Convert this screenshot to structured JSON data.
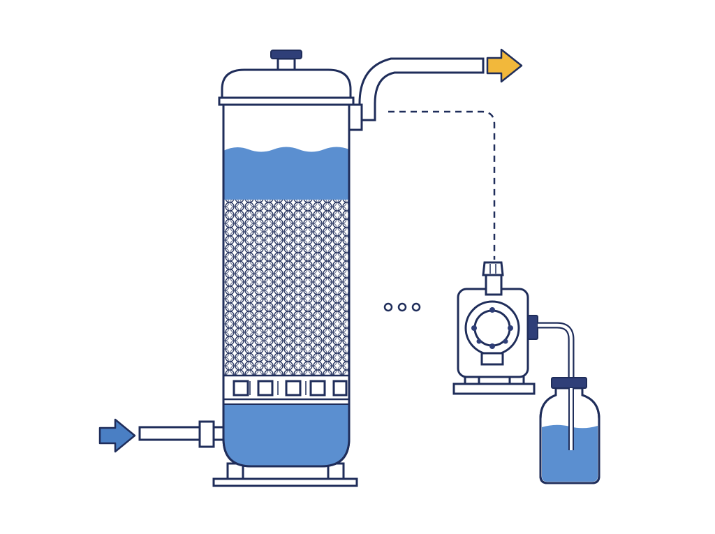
{
  "diagram": {
    "colors": {
      "outline": "#1f2d5a",
      "water": "#5b8fd0",
      "inlet_arrow": "#4a7fc4",
      "outlet_arrow": "#f2b83b",
      "background": "#ffffff"
    },
    "components": {
      "vessel": {
        "icon": "filter-vessel",
        "media": "packed-bed-beads",
        "support": "underdrain-nozzle-plate"
      },
      "inlet": {
        "icon": "arrow-right-icon",
        "flow": "in"
      },
      "outlet": {
        "icon": "arrow-right-icon",
        "flow": "out"
      },
      "sampling_line": {
        "style": "dashed"
      },
      "pump": {
        "icon": "diaphragm-pump"
      },
      "reservoir": {
        "icon": "chemical-bottle"
      },
      "ellipsis": {
        "icon": "ellipsis-icon",
        "dots": 3
      }
    }
  }
}
